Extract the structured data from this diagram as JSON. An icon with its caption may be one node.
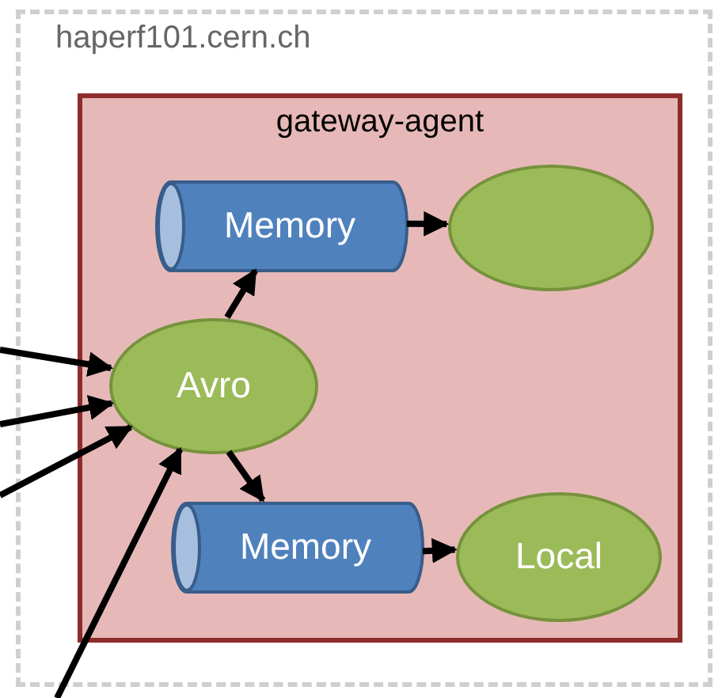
{
  "diagram": {
    "nodes": [
      {
        "text": [
          "haperf101.cern.ch"
        ]
      },
      {
        "text": [
          "gateway-agent"
        ],
        "in": 0
      },
      {
        "text": [
          "Memory"
        ],
        "in": 1
      },
      {
        "text": [],
        "shape": "ellipse",
        "in": 1
      },
      {
        "text": [
          "Avro"
        ],
        "in": 1
      },
      {
        "text": [
          "Memory"
        ],
        "in": 1
      },
      {
        "text": [
          "Local"
        ],
        "in": 1
      }
    ],
    "edges": [
      {
        "from": 2,
        "to": 3,
        "arrow": "to"
      },
      {
        "from": 4,
        "to": 2,
        "arrow": "to"
      },
      {
        "from": 4,
        "to": 5,
        "arrow": "to"
      },
      {
        "from": 5,
        "to": 6,
        "arrow": "to"
      },
      {
        "from": null,
        "to": 4,
        "arrow": "to"
      },
      {
        "from": null,
        "to": 4,
        "arrow": "to"
      },
      {
        "from": null,
        "to": 4,
        "arrow": "to"
      },
      {
        "from": null,
        "to": 4,
        "arrow": "to"
      }
    ]
  }
}
